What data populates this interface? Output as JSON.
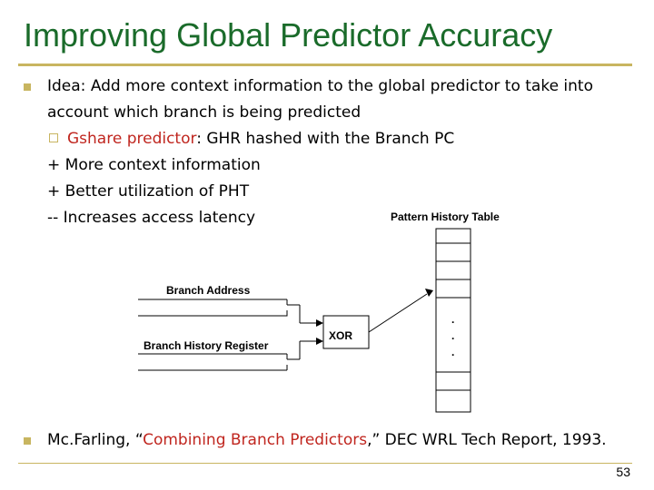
{
  "slide": {
    "title": "Improving Global Predictor Accuracy",
    "page_number": "53"
  },
  "bullet1": {
    "line1": "Idea: Add more context information to the global predictor to take into",
    "line2": "account which branch is being predicted",
    "sub": {
      "highlight": "Gshare predictor",
      "rest": ": GHR hashed with the Branch PC"
    },
    "pros": [
      "+ More context information",
      "+ Better utilization of PHT",
      "-- Increases access latency"
    ]
  },
  "bullet2": {
    "prefix": "Mc.Farling, “",
    "highlight": "Combining Branch Predictors",
    "suffix": ",” DEC WRL Tech Report, 1993."
  },
  "diagram": {
    "pht_label": "Pattern History Table",
    "branch_address_label": "Branch Address",
    "bhr_label": "Branch History Register",
    "xor_label": "XOR",
    "ellipsis": "."
  },
  "colors": {
    "title": "#1a6b2a",
    "accent": "#c8b560",
    "highlight": "#c0261f"
  }
}
